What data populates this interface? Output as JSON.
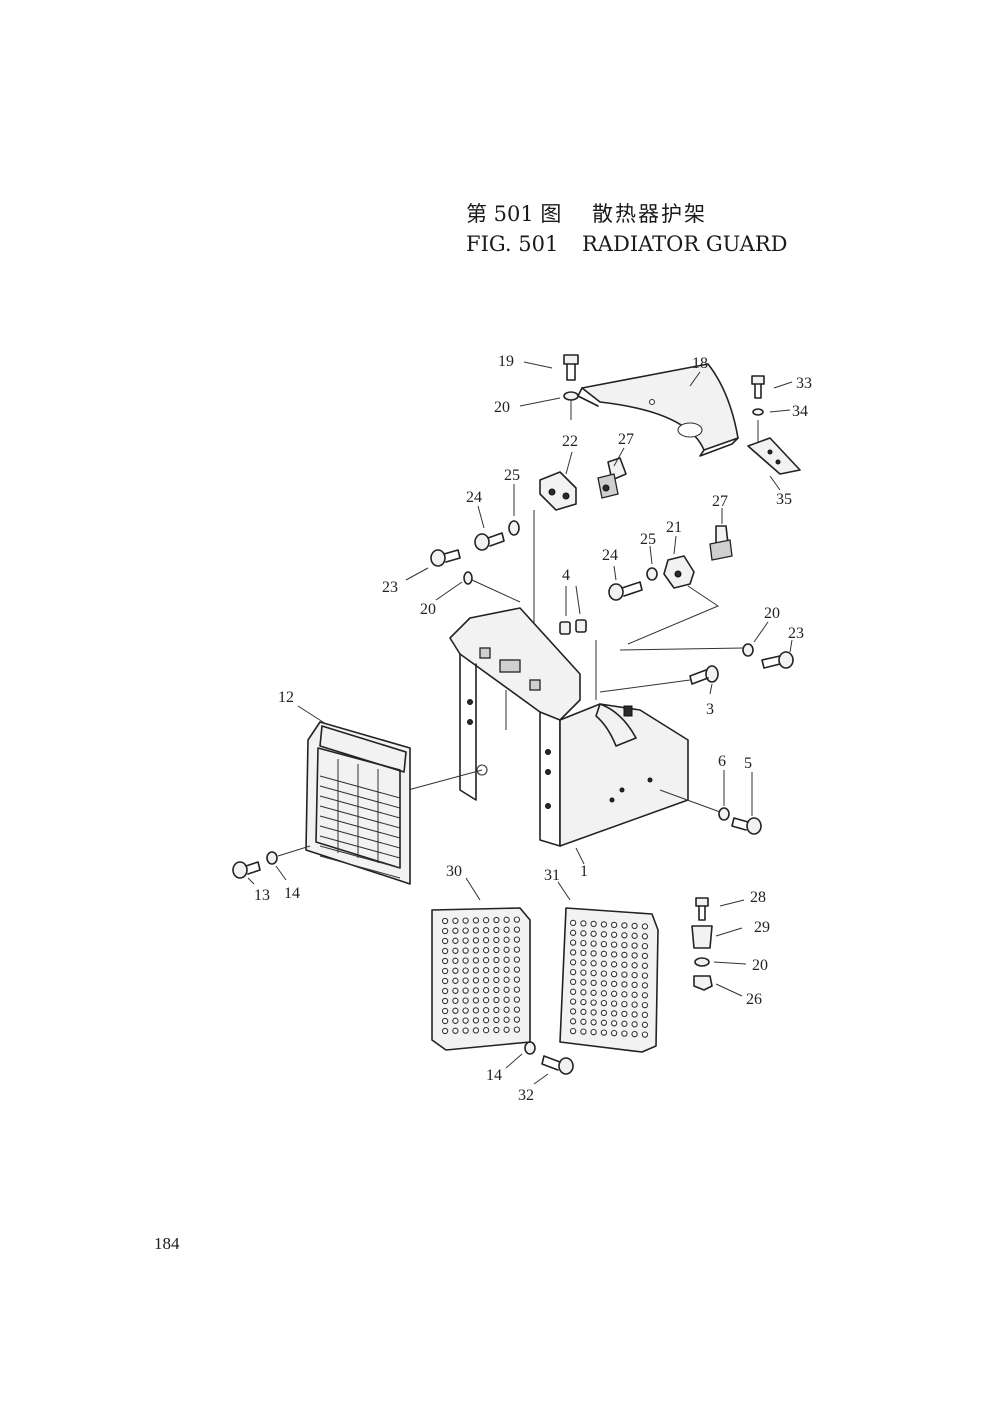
{
  "header": {
    "cn_figure": "第 501 图",
    "cn_title": "散热器护架",
    "en_figure": "FIG. 501",
    "en_title": "RADIATOR GUARD"
  },
  "page_number": "184",
  "callouts": {
    "c19": "19",
    "c18": "18",
    "c33": "33",
    "c34": "34",
    "c35": "35",
    "c20a": "20",
    "c22": "22",
    "c27a": "27",
    "c25a": "25",
    "c24a": "24",
    "c27b": "27",
    "c21": "21",
    "c25b": "25",
    "c24b": "24",
    "c23a": "23",
    "c20b": "20",
    "c4": "4",
    "c20c": "20",
    "c23b": "23",
    "c3": "3",
    "c12": "12",
    "c6": "6",
    "c5": "5",
    "c13": "13",
    "c14a": "14",
    "c30": "30",
    "c31": "31",
    "c1": "1",
    "c28": "28",
    "c29": "29",
    "c20d": "20",
    "c26": "26",
    "c14b": "14",
    "c32": "32"
  }
}
